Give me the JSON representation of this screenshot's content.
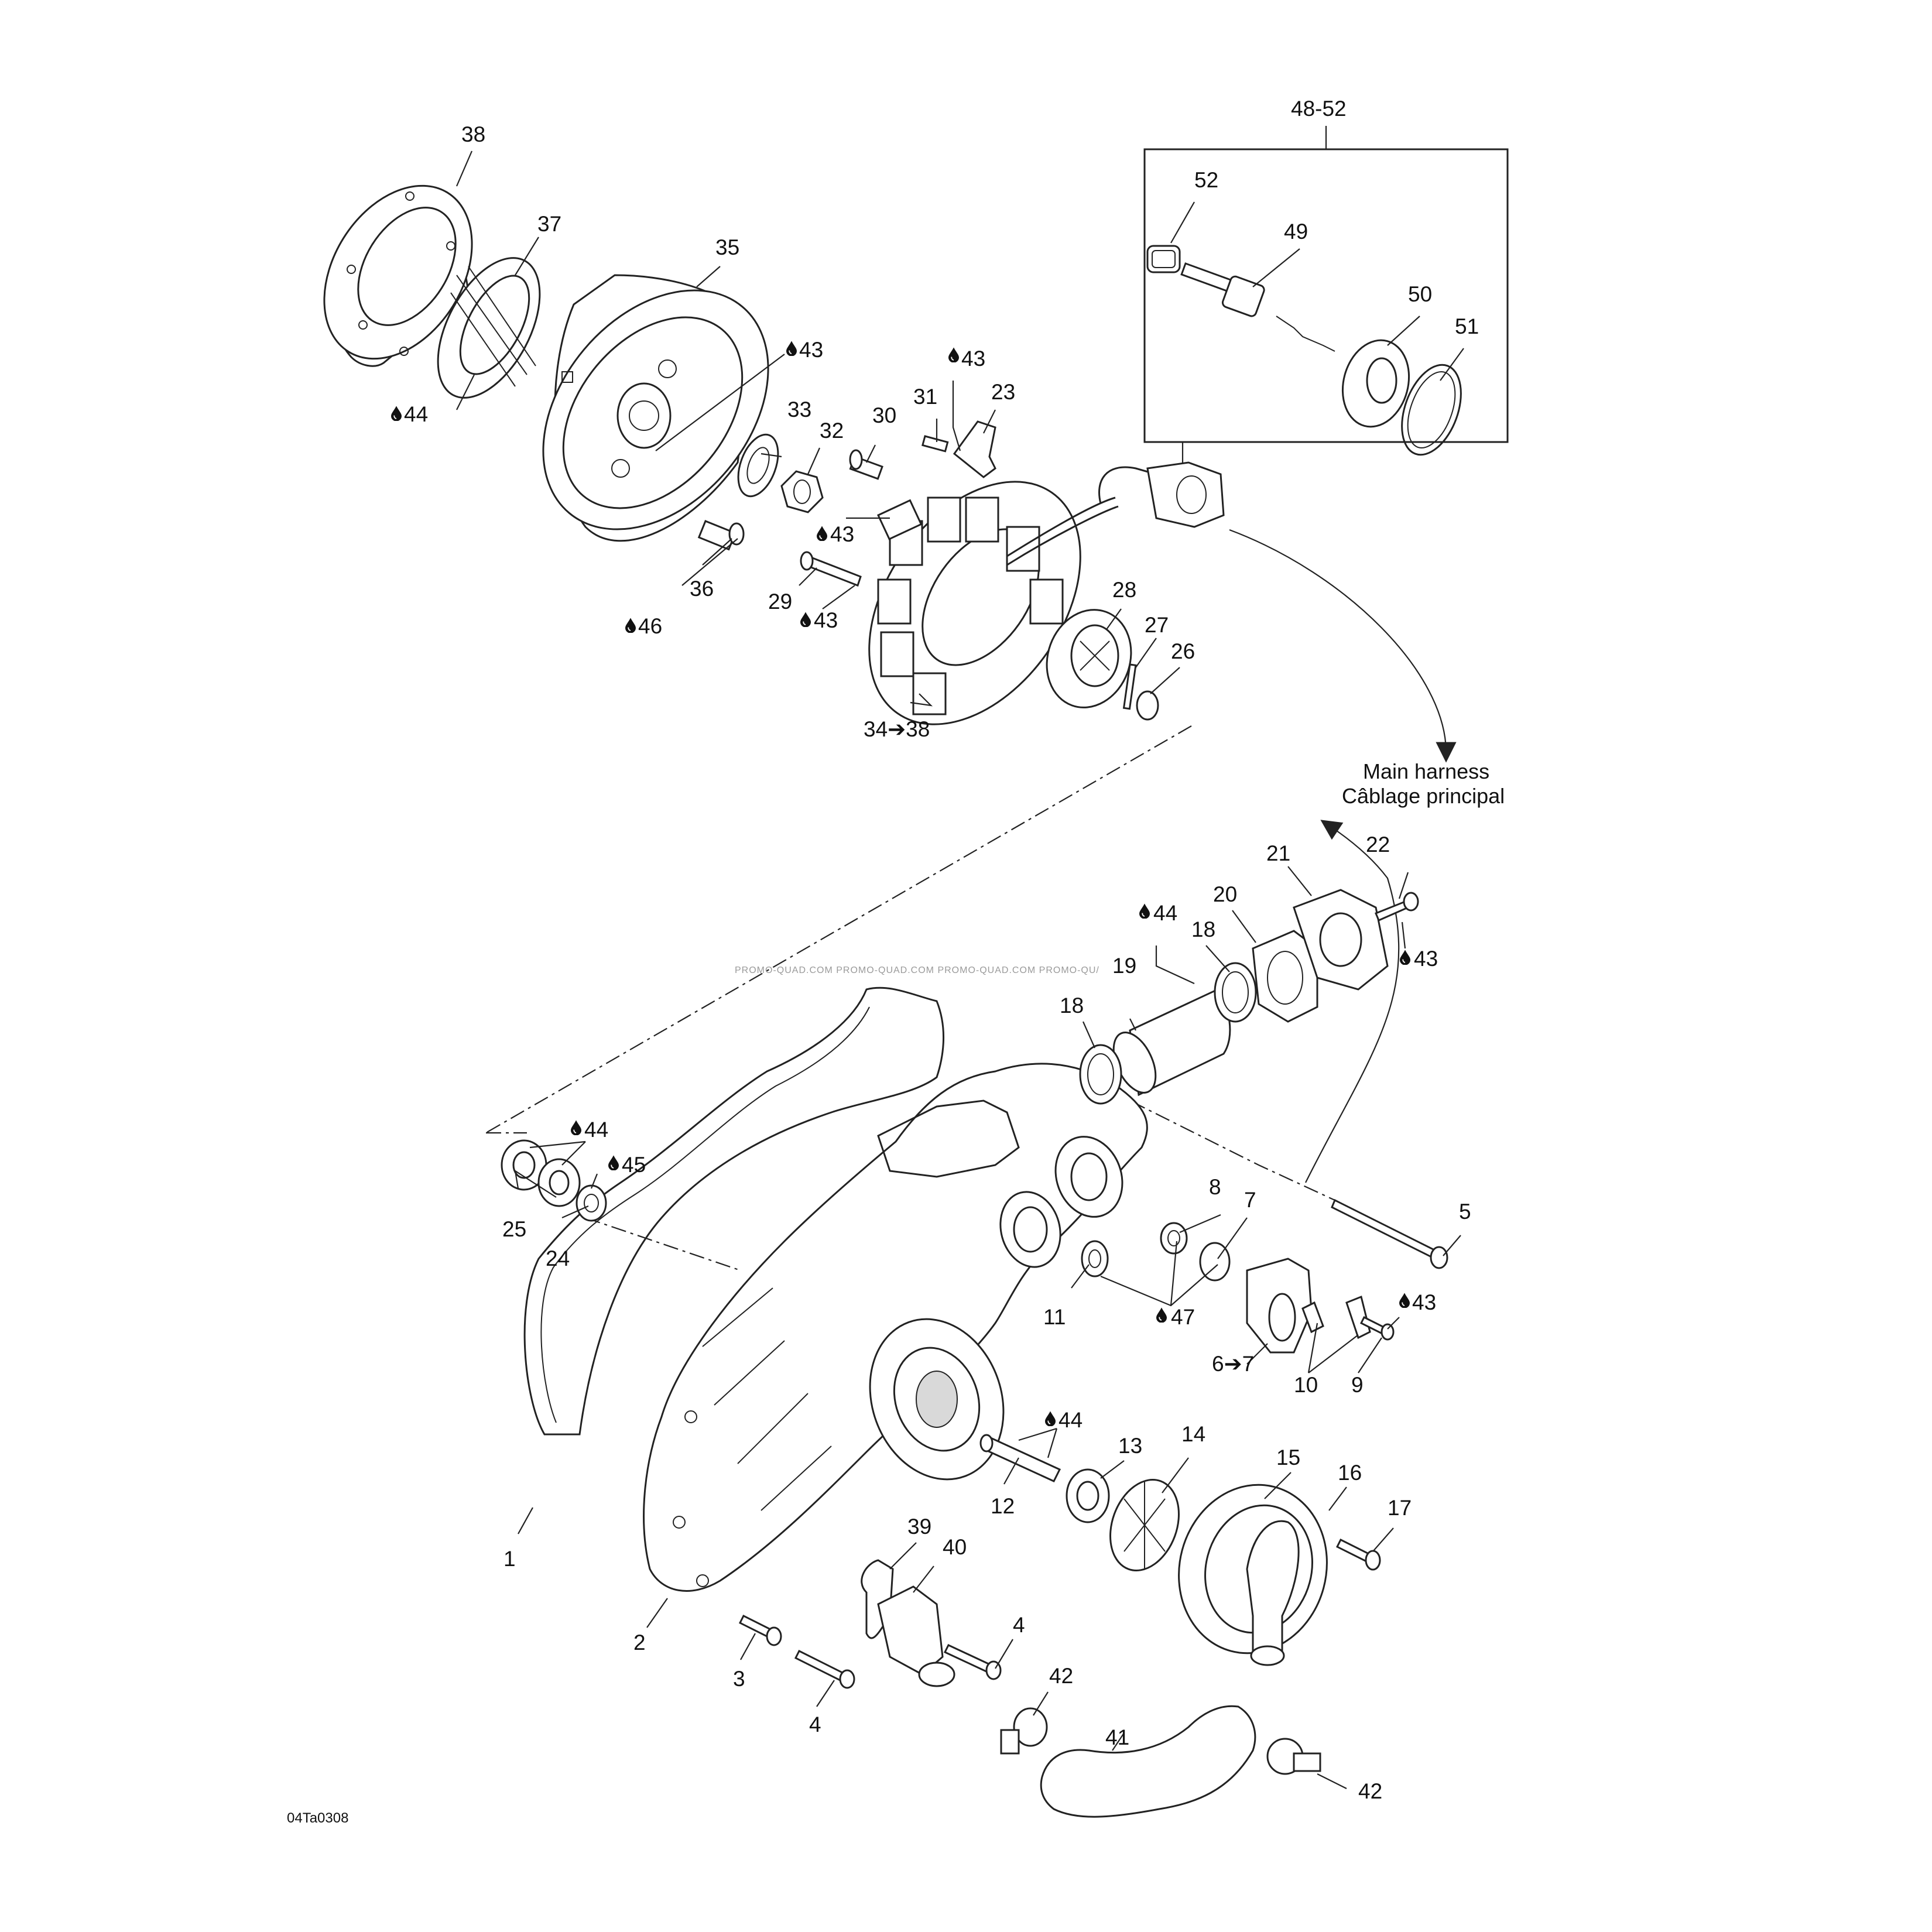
{
  "diagram": {
    "callouts": [
      {
        "id": "c38",
        "label": "38"
      },
      {
        "id": "c37",
        "label": "37"
      },
      {
        "id": "c35",
        "label": "35"
      },
      {
        "id": "c44a",
        "label": "44"
      },
      {
        "id": "c43a",
        "label": "43"
      },
      {
        "id": "c33",
        "label": "33"
      },
      {
        "id": "c32",
        "label": "32"
      },
      {
        "id": "c30",
        "label": "30"
      },
      {
        "id": "c31",
        "label": "31"
      },
      {
        "id": "c43b",
        "label": "43"
      },
      {
        "id": "c23",
        "label": "23"
      },
      {
        "id": "c43c",
        "label": "43"
      },
      {
        "id": "c36",
        "label": "36"
      },
      {
        "id": "c29",
        "label": "29"
      },
      {
        "id": "c46",
        "label": "46"
      },
      {
        "id": "c43d",
        "label": "43"
      },
      {
        "id": "c28",
        "label": "28"
      },
      {
        "id": "c27",
        "label": "27"
      },
      {
        "id": "c26",
        "label": "26"
      },
      {
        "id": "c34",
        "label": "34➔38"
      },
      {
        "id": "c4852",
        "label": "48-52"
      },
      {
        "id": "c52",
        "label": "52"
      },
      {
        "id": "c49",
        "label": "49"
      },
      {
        "id": "c50",
        "label": "50"
      },
      {
        "id": "c51",
        "label": "51"
      },
      {
        "id": "c21",
        "label": "21"
      },
      {
        "id": "c22",
        "label": "22"
      },
      {
        "id": "c20",
        "label": "20"
      },
      {
        "id": "c44b",
        "label": "44"
      },
      {
        "id": "c18a",
        "label": "18"
      },
      {
        "id": "c19",
        "label": "19"
      },
      {
        "id": "c18b",
        "label": "18"
      },
      {
        "id": "c43e",
        "label": "43"
      },
      {
        "id": "c44c",
        "label": "44"
      },
      {
        "id": "c45",
        "label": "45"
      },
      {
        "id": "c25",
        "label": "25"
      },
      {
        "id": "c24",
        "label": "24"
      },
      {
        "id": "c8",
        "label": "8"
      },
      {
        "id": "c7",
        "label": "7"
      },
      {
        "id": "c5",
        "label": "5"
      },
      {
        "id": "c11",
        "label": "11"
      },
      {
        "id": "c47",
        "label": "47"
      },
      {
        "id": "c43f",
        "label": "43"
      },
      {
        "id": "c67",
        "label": "6➔7"
      },
      {
        "id": "c10",
        "label": "10"
      },
      {
        "id": "c9",
        "label": "9"
      },
      {
        "id": "c44d",
        "label": "44"
      },
      {
        "id": "c13",
        "label": "13"
      },
      {
        "id": "c14",
        "label": "14"
      },
      {
        "id": "c15",
        "label": "15"
      },
      {
        "id": "c16",
        "label": "16"
      },
      {
        "id": "c17",
        "label": "17"
      },
      {
        "id": "c12",
        "label": "12"
      },
      {
        "id": "c1",
        "label": "1"
      },
      {
        "id": "c39",
        "label": "39"
      },
      {
        "id": "c40",
        "label": "40"
      },
      {
        "id": "c2",
        "label": "2"
      },
      {
        "id": "c3",
        "label": "3"
      },
      {
        "id": "c4a",
        "label": "4"
      },
      {
        "id": "c4b",
        "label": "4"
      },
      {
        "id": "c42a",
        "label": "42"
      },
      {
        "id": "c41",
        "label": "41"
      },
      {
        "id": "c42b",
        "label": "42"
      }
    ],
    "harness_label": {
      "line1": "Main harness",
      "line2": "Câblage principal"
    },
    "watermark": "PROMO-QUAD.COM   PROMO-QUAD.COM   PROMO-QUAD.COM  PROMO-QU/",
    "figure_code": "04Ta0308",
    "colors": {
      "ink": "#111111",
      "line": "#222222",
      "background": "#ffffff",
      "watermark": "#9a9a9a"
    },
    "icons": [
      "oil-drop-icon",
      "arrow-icon"
    ]
  }
}
